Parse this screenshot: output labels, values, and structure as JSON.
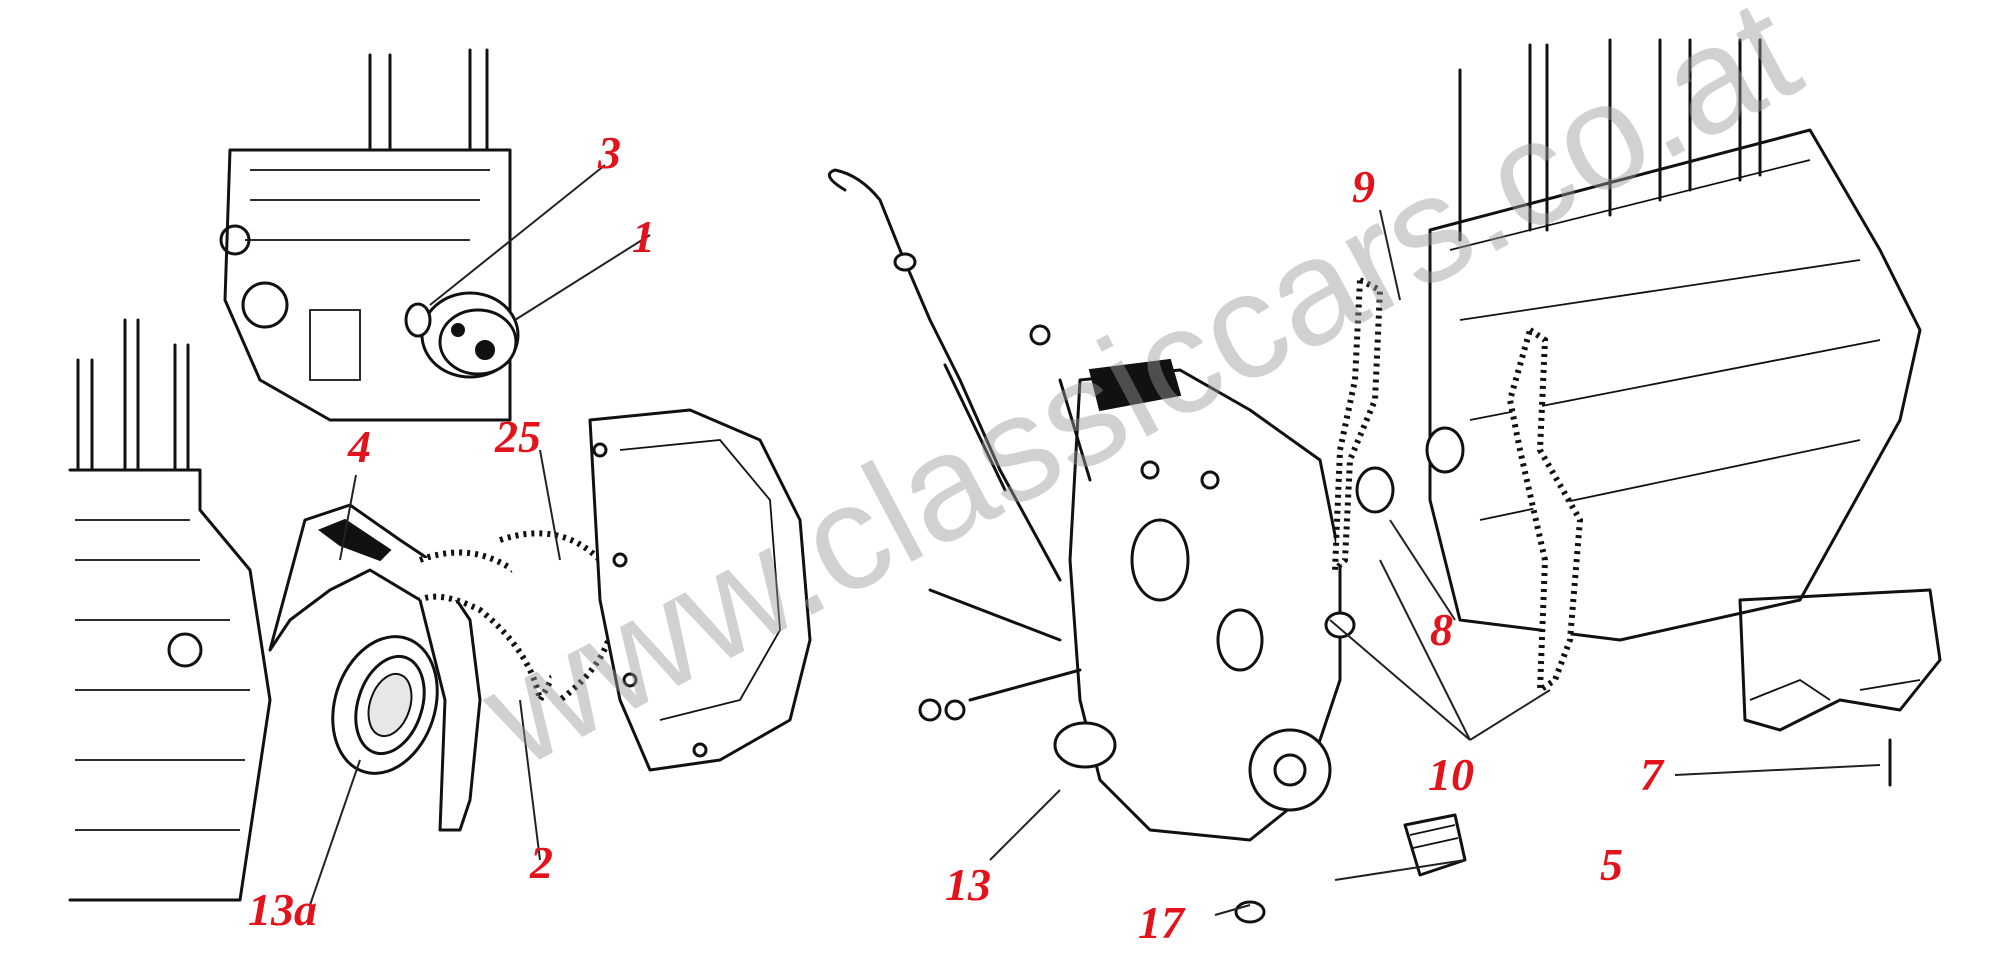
{
  "watermark": "www.classiccars.co.at",
  "labels": [
    {
      "id": "1",
      "text": "1"
    },
    {
      "id": "2",
      "text": "2"
    },
    {
      "id": "3",
      "text": "3"
    },
    {
      "id": "4",
      "text": "4"
    },
    {
      "id": "5",
      "text": "5"
    },
    {
      "id": "7",
      "text": "7"
    },
    {
      "id": "8",
      "text": "8"
    },
    {
      "id": "9",
      "text": "9"
    },
    {
      "id": "10",
      "text": "10"
    },
    {
      "id": "13",
      "text": "13"
    },
    {
      "id": "13a",
      "text": "13a"
    },
    {
      "id": "17",
      "text": "17"
    },
    {
      "id": "25",
      "text": "25"
    }
  ],
  "colors": {
    "label": "#e3131b",
    "ink": "#111111",
    "watermark": "#9a9a9a"
  }
}
